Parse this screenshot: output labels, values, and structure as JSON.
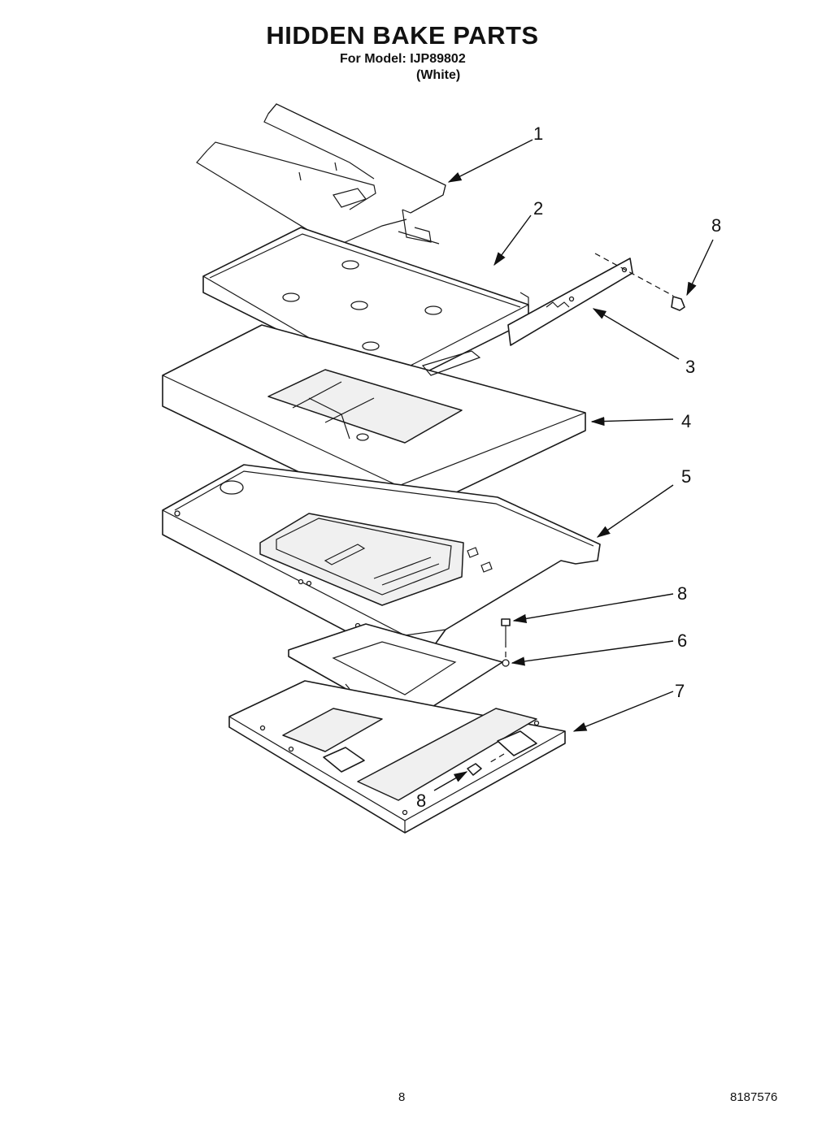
{
  "header": {
    "title": "HIDDEN BAKE PARTS",
    "model_line": "For Model: IJP89802",
    "variant": "(White)"
  },
  "callouts": [
    "1",
    "2",
    "8",
    "3",
    "4",
    "5",
    "8",
    "6",
    "7",
    "8"
  ],
  "footer": {
    "page_number": "8",
    "document_number": "8187576"
  }
}
